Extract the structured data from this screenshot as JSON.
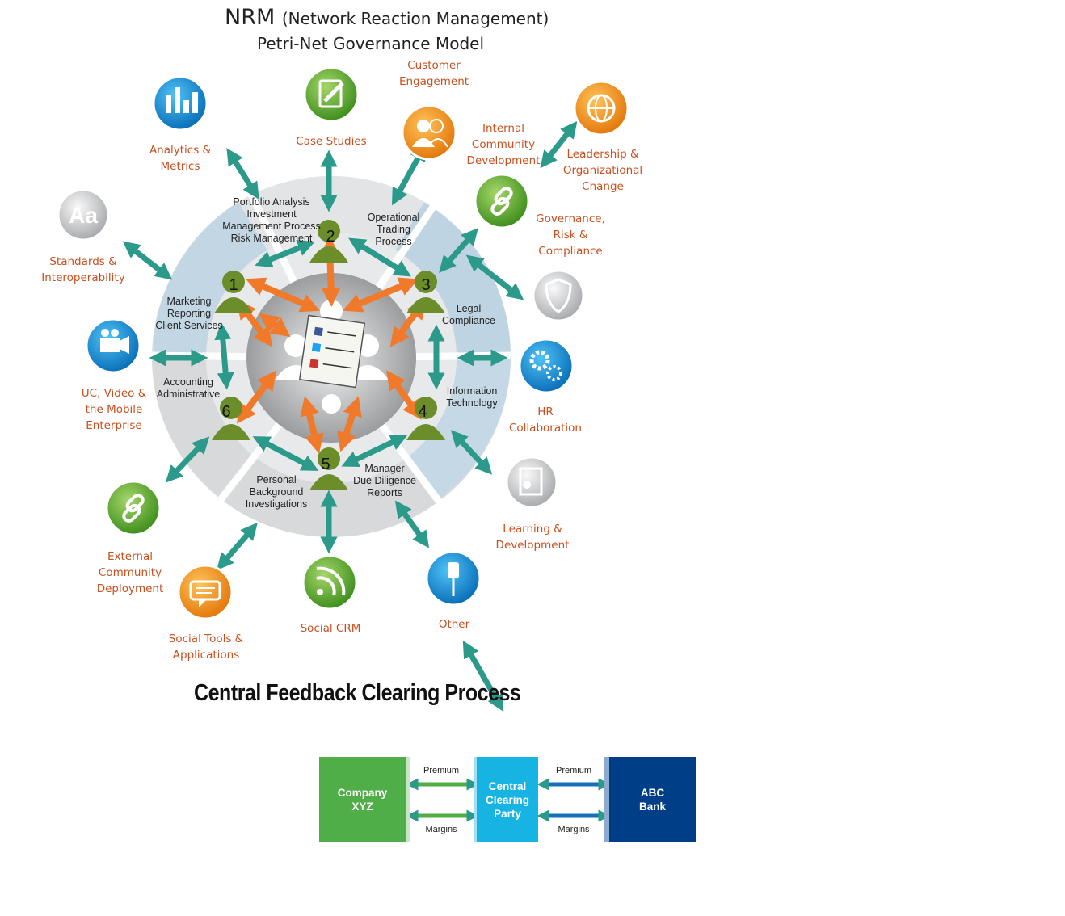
{
  "title": {
    "main": "NRM",
    "main_paren": "(Network Reaction Management)",
    "sub": "Petri-Net Governance Model"
  },
  "categories": {
    "analytics": "Analytics &\nMetrics",
    "case_studies": "Case Studies",
    "customer_engagement": "Customer\nEngagement",
    "internal_community": "Internal\nCommunity\nDevelopment",
    "leadership": "Leadership &\nOrganizational\nChange",
    "governance": "Governance,\nRisk &\nCompliance",
    "standards": "Standards &\nInteroperability",
    "uc_video": "UC, Video &\nthe Mobile\nEnterprise",
    "hr": "HR\nCollaboration",
    "learning": "Learning &\nDevelopment",
    "external_community": "External\nCommunity\nDeployment",
    "social_tools": "Social Tools &\nApplications",
    "social_crm": "Social CRM",
    "other": "Other"
  },
  "sections": {
    "portfolio": "Portfolio Analysis\nInvestment\nManagement Process\nRisk Management",
    "operational": "Operational\nTrading\nProcess",
    "legal": "Legal\nCompliance",
    "information": "Information\nTechnology",
    "manager": "Manager\nDue Diligence\nReports",
    "personal": "Personal\nBackground\nInvestigations",
    "accounting": "Accounting\nAdministrative",
    "marketing": "Marketing\nReporting\nClient Services"
  },
  "nodes": [
    "1",
    "2",
    "3",
    "4",
    "5",
    "6"
  ],
  "central_process": "Central Feedback Clearing Process",
  "clearing": {
    "company": "Company\nXYZ",
    "ccp": "Central\nClearing\nParty",
    "bank": "ABC\nBank",
    "premium_left": "Premium",
    "margins_left": "Margins",
    "premium_right": "Premium",
    "margins_right": "Margins"
  },
  "colors": {
    "category_text": "#c8501e",
    "teal_arrow": "#2b9a8a",
    "orange_arrow": "#f07a2a",
    "node_green": "#6b8e2a",
    "ring": "#d5d7d9",
    "ring_blue": "#bcd3e3",
    "company_green": "#4fae47",
    "ccp_cyan": "#16b3e3",
    "bank_navy": "#003f87"
  },
  "icons": [
    "bar-chart-icon",
    "pencil-document-icon",
    "people-icon",
    "globe-icon",
    "link-icon",
    "typography-icon",
    "shield-icon",
    "video-camera-icon",
    "gears-icon",
    "certificate-icon",
    "chat-bubble-icon",
    "rss-icon",
    "pushpin-icon"
  ]
}
